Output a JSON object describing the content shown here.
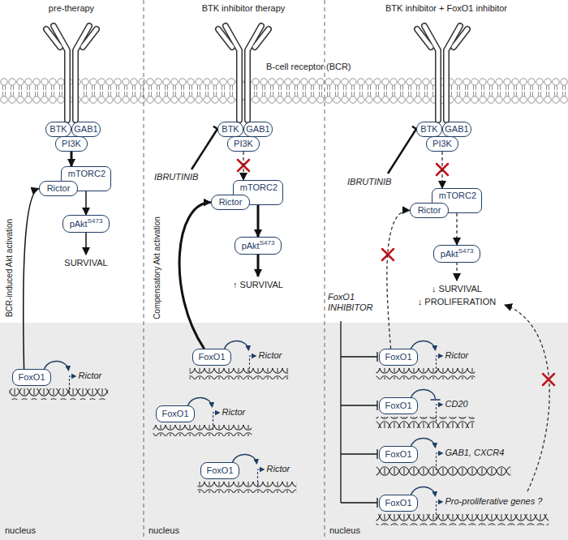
{
  "diagram": {
    "nodes": [
      {
        "text": [
          "BTK"
        ]
      },
      {
        "text": [
          "GAB1"
        ]
      },
      {
        "text": [
          "PI3K"
        ]
      },
      {
        "text": [
          "mTORC2"
        ]
      },
      {
        "text": [
          "Rictor"
        ]
      },
      {
        "text": [
          "pAkt",
          "S473"
        ]
      },
      {
        "text": [
          "FoxO1"
        ]
      },
      {
        "text": [
          "BTK"
        ]
      },
      {
        "text": [
          "GAB1"
        ]
      },
      {
        "text": [
          "PI3K"
        ]
      },
      {
        "text": [
          "mTORC2"
        ]
      },
      {
        "text": [
          "Rictor"
        ]
      },
      {
        "text": [
          "pAkt",
          "S473"
        ]
      },
      {
        "text": [
          "FoxO1"
        ]
      },
      {
        "text": [
          "FoxO1"
        ]
      },
      {
        "text": [
          "FoxO1"
        ]
      },
      {
        "text": [
          "BTK"
        ]
      },
      {
        "text": [
          "GAB1"
        ]
      },
      {
        "text": [
          "PI3K"
        ]
      },
      {
        "text": [
          "mTORC2"
        ]
      },
      {
        "text": [
          "Rictor"
        ]
      },
      {
        "text": [
          "pAkt",
          "S473"
        ]
      },
      {
        "text": [
          "FoxO1"
        ]
      },
      {
        "text": [
          "FoxO1"
        ]
      },
      {
        "text": [
          "FoxO1"
        ]
      },
      {
        "text": [
          "FoxO1"
        ]
      }
    ],
    "edges": [
      {
        "from": 2,
        "to": 3,
        "arrow": "to"
      },
      {
        "from": 3,
        "to": 5,
        "arrow": "to"
      },
      {
        "from": 6,
        "to": 4,
        "arrow": "to"
      },
      {
        "from": 9,
        "to": 10,
        "arrow": "to"
      },
      {
        "from": 10,
        "to": 12,
        "arrow": "to"
      },
      {
        "from": 13,
        "to": 11,
        "arrow": "to"
      },
      {
        "from": 18,
        "to": 19,
        "arrow": "to"
      },
      {
        "from": 19,
        "to": 21,
        "arrow": "to"
      },
      {
        "from": 22,
        "to": 20,
        "arrow": "to"
      }
    ],
    "labels": [
      "pre-therapy",
      "BTK inhibitor therapy",
      "BTK inhibitor + FoxO1 inhibitor",
      "B-cell receptor (BCR)",
      "SURVIVAL",
      "BCR-induced Akt activation",
      "Rictor",
      "nucleus",
      "IBRUTINIB",
      "↑ SURVIVAL",
      "Compensatory Akt activation",
      "Rictor",
      "Rictor",
      "Rictor",
      "nucleus",
      "IBRUTINIB",
      "↓ SURVIVAL",
      "↓ PROLIFERATION",
      "FoxO1 INHIBITOR",
      "Rictor",
      "CD20",
      "GAB1, CXCR4",
      "Pro-proliferative genes ?",
      "nucleus"
    ]
  }
}
